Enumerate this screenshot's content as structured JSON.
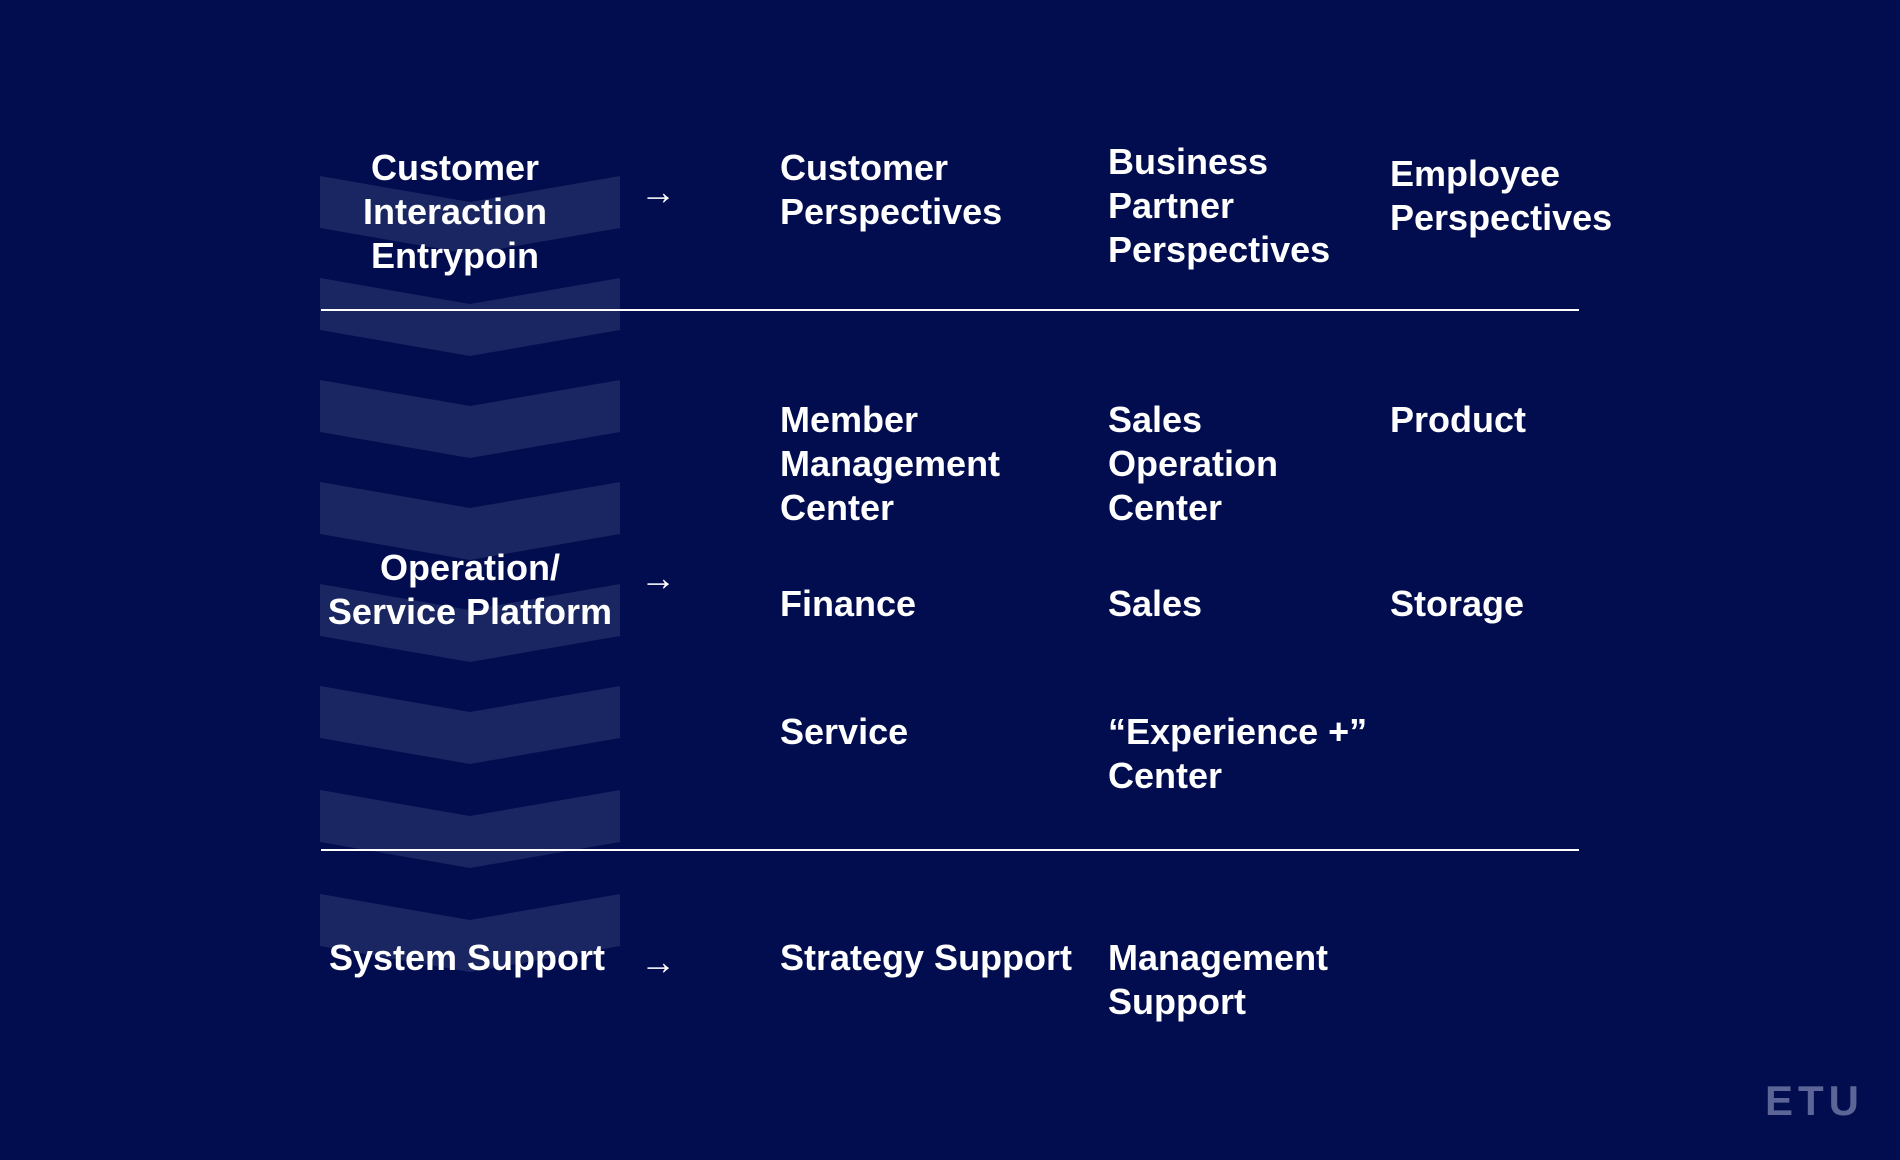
{
  "colors": {
    "background": "#020d4f",
    "chevron": "#1a2661",
    "text": "#ffffff",
    "logo": "#5c6596"
  },
  "rows": {
    "entry": {
      "label": "Customer\nInteraction\nEntrypoin",
      "arrow": "→",
      "items": [
        "Customer\nPerspectives",
        "Business\nPartner\nPerspectives",
        "Employee\nPerspectives"
      ]
    },
    "platform": {
      "label": "Operation/\nService Platform",
      "arrow": "→",
      "items": [
        "Member\nManagement\nCenter",
        "Sales\nOperation\nCenter",
        "Product",
        "Finance",
        "Sales",
        "Storage",
        "Service",
        "“Experience +”\nCenter"
      ]
    },
    "support": {
      "label": "System Support",
      "arrow": "→",
      "items": [
        "Strategy Support",
        "Management\nSupport"
      ]
    }
  },
  "logo": {
    "text": "ETU"
  }
}
